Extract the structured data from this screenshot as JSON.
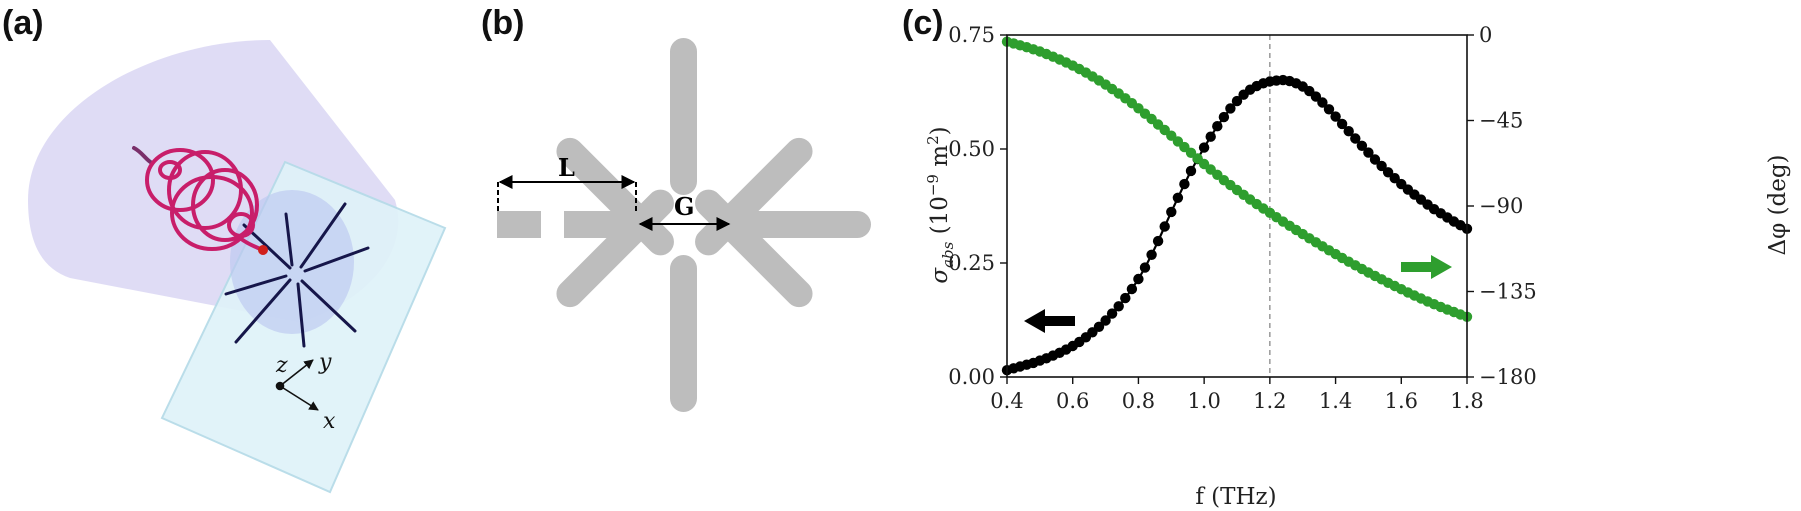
{
  "panels": {
    "a": {
      "label": "(a)",
      "axes": {
        "z": "z",
        "y": "y",
        "x": "x"
      }
    },
    "b": {
      "label": "(b)",
      "dim_L": "L",
      "dim_G": "G"
    },
    "c": {
      "label": "(c)"
    }
  },
  "chart_data": {
    "type": "scatter",
    "x_axis": {
      "label": "f (THz)",
      "range": [
        0.4,
        1.8
      ],
      "ticks": [
        "0.4",
        "0.6",
        "0.8",
        "1.0",
        "1.2",
        "1.4",
        "1.6",
        "1.8"
      ]
    },
    "y_left": {
      "label_main": "σ",
      "label_sub": "abs",
      "label_rest": " (10",
      "label_exp": "−9",
      "label_unit": " m",
      "label_unit_exp": "2",
      "label_close": ")",
      "range": [
        0.0,
        0.75
      ],
      "ticks": [
        "0.00",
        "0.25",
        "0.50",
        "0.75"
      ]
    },
    "y_right": {
      "label": "Δφ (deg)",
      "range": [
        -180,
        0
      ],
      "ticks": [
        "0",
        "−45",
        "−90",
        "−135",
        "−180"
      ]
    },
    "reference_line": {
      "x": 1.2,
      "style": "dashed",
      "color": "#888888"
    },
    "series": [
      {
        "axis": "left",
        "color": "#000000",
        "arrow": "left",
        "points": [
          {
            "x": 0.4,
            "y": 0.015
          },
          {
            "x": 0.42,
            "y": 0.019
          },
          {
            "x": 0.44,
            "y": 0.023
          },
          {
            "x": 0.46,
            "y": 0.027
          },
          {
            "x": 0.48,
            "y": 0.031
          },
          {
            "x": 0.5,
            "y": 0.036
          },
          {
            "x": 0.52,
            "y": 0.041
          },
          {
            "x": 0.54,
            "y": 0.047
          },
          {
            "x": 0.56,
            "y": 0.053
          },
          {
            "x": 0.58,
            "y": 0.06
          },
          {
            "x": 0.6,
            "y": 0.068
          },
          {
            "x": 0.62,
            "y": 0.077
          },
          {
            "x": 0.64,
            "y": 0.087
          },
          {
            "x": 0.66,
            "y": 0.098
          },
          {
            "x": 0.68,
            "y": 0.11
          },
          {
            "x": 0.7,
            "y": 0.124
          },
          {
            "x": 0.72,
            "y": 0.139
          },
          {
            "x": 0.74,
            "y": 0.155
          },
          {
            "x": 0.76,
            "y": 0.173
          },
          {
            "x": 0.78,
            "y": 0.193
          },
          {
            "x": 0.8,
            "y": 0.215
          },
          {
            "x": 0.82,
            "y": 0.24
          },
          {
            "x": 0.84,
            "y": 0.268
          },
          {
            "x": 0.86,
            "y": 0.298
          },
          {
            "x": 0.88,
            "y": 0.33
          },
          {
            "x": 0.9,
            "y": 0.362
          },
          {
            "x": 0.92,
            "y": 0.393
          },
          {
            "x": 0.94,
            "y": 0.423
          },
          {
            "x": 0.96,
            "y": 0.452
          },
          {
            "x": 0.98,
            "y": 0.478
          },
          {
            "x": 1.0,
            "y": 0.503
          },
          {
            "x": 1.02,
            "y": 0.527
          },
          {
            "x": 1.04,
            "y": 0.55
          },
          {
            "x": 1.06,
            "y": 0.57
          },
          {
            "x": 1.08,
            "y": 0.589
          },
          {
            "x": 1.1,
            "y": 0.605
          },
          {
            "x": 1.12,
            "y": 0.619
          },
          {
            "x": 1.14,
            "y": 0.63
          },
          {
            "x": 1.16,
            "y": 0.638
          },
          {
            "x": 1.18,
            "y": 0.644
          },
          {
            "x": 1.2,
            "y": 0.648
          },
          {
            "x": 1.22,
            "y": 0.65
          },
          {
            "x": 1.24,
            "y": 0.651
          },
          {
            "x": 1.26,
            "y": 0.649
          },
          {
            "x": 1.28,
            "y": 0.644
          },
          {
            "x": 1.3,
            "y": 0.637
          },
          {
            "x": 1.32,
            "y": 0.627
          },
          {
            "x": 1.34,
            "y": 0.615
          },
          {
            "x": 1.36,
            "y": 0.602
          },
          {
            "x": 1.38,
            "y": 0.587
          },
          {
            "x": 1.4,
            "y": 0.571
          },
          {
            "x": 1.42,
            "y": 0.555
          },
          {
            "x": 1.44,
            "y": 0.539
          },
          {
            "x": 1.46,
            "y": 0.523
          },
          {
            "x": 1.48,
            "y": 0.507
          },
          {
            "x": 1.5,
            "y": 0.492
          },
          {
            "x": 1.52,
            "y": 0.477
          },
          {
            "x": 1.54,
            "y": 0.463
          },
          {
            "x": 1.56,
            "y": 0.449
          },
          {
            "x": 1.58,
            "y": 0.436
          },
          {
            "x": 1.6,
            "y": 0.423
          },
          {
            "x": 1.62,
            "y": 0.411
          },
          {
            "x": 1.64,
            "y": 0.4
          },
          {
            "x": 1.66,
            "y": 0.389
          },
          {
            "x": 1.68,
            "y": 0.378
          },
          {
            "x": 1.7,
            "y": 0.368
          },
          {
            "x": 1.72,
            "y": 0.359
          },
          {
            "x": 1.74,
            "y": 0.35
          },
          {
            "x": 1.76,
            "y": 0.341
          },
          {
            "x": 1.78,
            "y": 0.333
          },
          {
            "x": 1.8,
            "y": 0.325
          }
        ]
      },
      {
        "axis": "right",
        "color": "#2e9e2e",
        "arrow": "right",
        "points": [
          {
            "x": 0.4,
            "y": -3.5
          },
          {
            "x": 0.42,
            "y": -4.4
          },
          {
            "x": 0.44,
            "y": -5.4
          },
          {
            "x": 0.46,
            "y": -6.4
          },
          {
            "x": 0.48,
            "y": -7.5
          },
          {
            "x": 0.5,
            "y": -8.7
          },
          {
            "x": 0.52,
            "y": -10.0
          },
          {
            "x": 0.54,
            "y": -11.4
          },
          {
            "x": 0.56,
            "y": -12.9
          },
          {
            "x": 0.58,
            "y": -14.4
          },
          {
            "x": 0.6,
            "y": -16.1
          },
          {
            "x": 0.62,
            "y": -17.9
          },
          {
            "x": 0.64,
            "y": -19.8
          },
          {
            "x": 0.66,
            "y": -21.8
          },
          {
            "x": 0.68,
            "y": -23.9
          },
          {
            "x": 0.7,
            "y": -26.1
          },
          {
            "x": 0.72,
            "y": -28.4
          },
          {
            "x": 0.74,
            "y": -30.8
          },
          {
            "x": 0.76,
            "y": -33.3
          },
          {
            "x": 0.78,
            "y": -35.9
          },
          {
            "x": 0.8,
            "y": -38.6
          },
          {
            "x": 0.82,
            "y": -41.4
          },
          {
            "x": 0.84,
            "y": -44.2
          },
          {
            "x": 0.86,
            "y": -47.1
          },
          {
            "x": 0.88,
            "y": -50.0
          },
          {
            "x": 0.9,
            "y": -53.0
          },
          {
            "x": 0.92,
            "y": -56.0
          },
          {
            "x": 0.94,
            "y": -59.0
          },
          {
            "x": 0.96,
            "y": -62.0
          },
          {
            "x": 0.98,
            "y": -65.0
          },
          {
            "x": 1.0,
            "y": -67.9
          },
          {
            "x": 1.02,
            "y": -70.8
          },
          {
            "x": 1.04,
            "y": -73.6
          },
          {
            "x": 1.06,
            "y": -76.4
          },
          {
            "x": 1.08,
            "y": -79.0
          },
          {
            "x": 1.1,
            "y": -81.6
          },
          {
            "x": 1.12,
            "y": -84.1
          },
          {
            "x": 1.14,
            "y": -86.6
          },
          {
            "x": 1.16,
            "y": -89.0
          },
          {
            "x": 1.18,
            "y": -91.3
          },
          {
            "x": 1.2,
            "y": -93.6
          },
          {
            "x": 1.22,
            "y": -95.9
          },
          {
            "x": 1.24,
            "y": -98.2
          },
          {
            "x": 1.26,
            "y": -100.4
          },
          {
            "x": 1.28,
            "y": -102.6
          },
          {
            "x": 1.3,
            "y": -104.8
          },
          {
            "x": 1.32,
            "y": -107.0
          },
          {
            "x": 1.34,
            "y": -109.1
          },
          {
            "x": 1.36,
            "y": -111.2
          },
          {
            "x": 1.38,
            "y": -113.3
          },
          {
            "x": 1.4,
            "y": -115.3
          },
          {
            "x": 1.42,
            "y": -117.3
          },
          {
            "x": 1.44,
            "y": -119.3
          },
          {
            "x": 1.46,
            "y": -121.2
          },
          {
            "x": 1.48,
            "y": -123.1
          },
          {
            "x": 1.5,
            "y": -125.0
          },
          {
            "x": 1.52,
            "y": -126.8
          },
          {
            "x": 1.54,
            "y": -128.6
          },
          {
            "x": 1.56,
            "y": -130.4
          },
          {
            "x": 1.58,
            "y": -132.1
          },
          {
            "x": 1.6,
            "y": -133.8
          },
          {
            "x": 1.62,
            "y": -135.5
          },
          {
            "x": 1.64,
            "y": -137.1
          },
          {
            "x": 1.66,
            "y": -138.7
          },
          {
            "x": 1.68,
            "y": -140.2
          },
          {
            "x": 1.7,
            "y": -141.7
          },
          {
            "x": 1.72,
            "y": -143.1
          },
          {
            "x": 1.74,
            "y": -144.5
          },
          {
            "x": 1.76,
            "y": -145.8
          },
          {
            "x": 1.78,
            "y": -147.1
          },
          {
            "x": 1.8,
            "y": -148.3
          }
        ]
      }
    ]
  },
  "colors": {
    "cone": "#d9d6f3",
    "plane": "#dff2f9",
    "helix": "#c81e6a",
    "star_lines": "#16164a",
    "antenna_gray": "#bdbdbd",
    "black_series": "#000000",
    "green_series": "#2e9e2e"
  }
}
